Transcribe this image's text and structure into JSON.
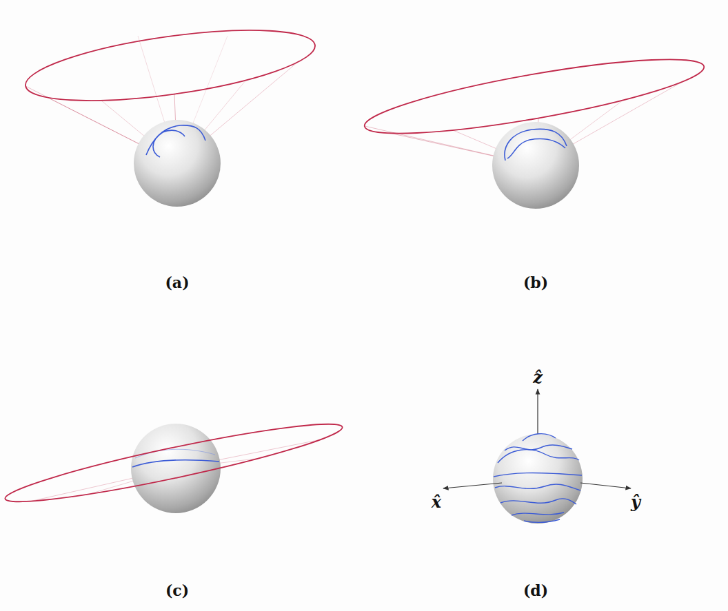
{
  "diagram": {
    "labels": [
      "(a)",
      "(b)",
      "(c)",
      "(d)",
      "ẑ",
      "x̂",
      "ŷ"
    ]
  }
}
